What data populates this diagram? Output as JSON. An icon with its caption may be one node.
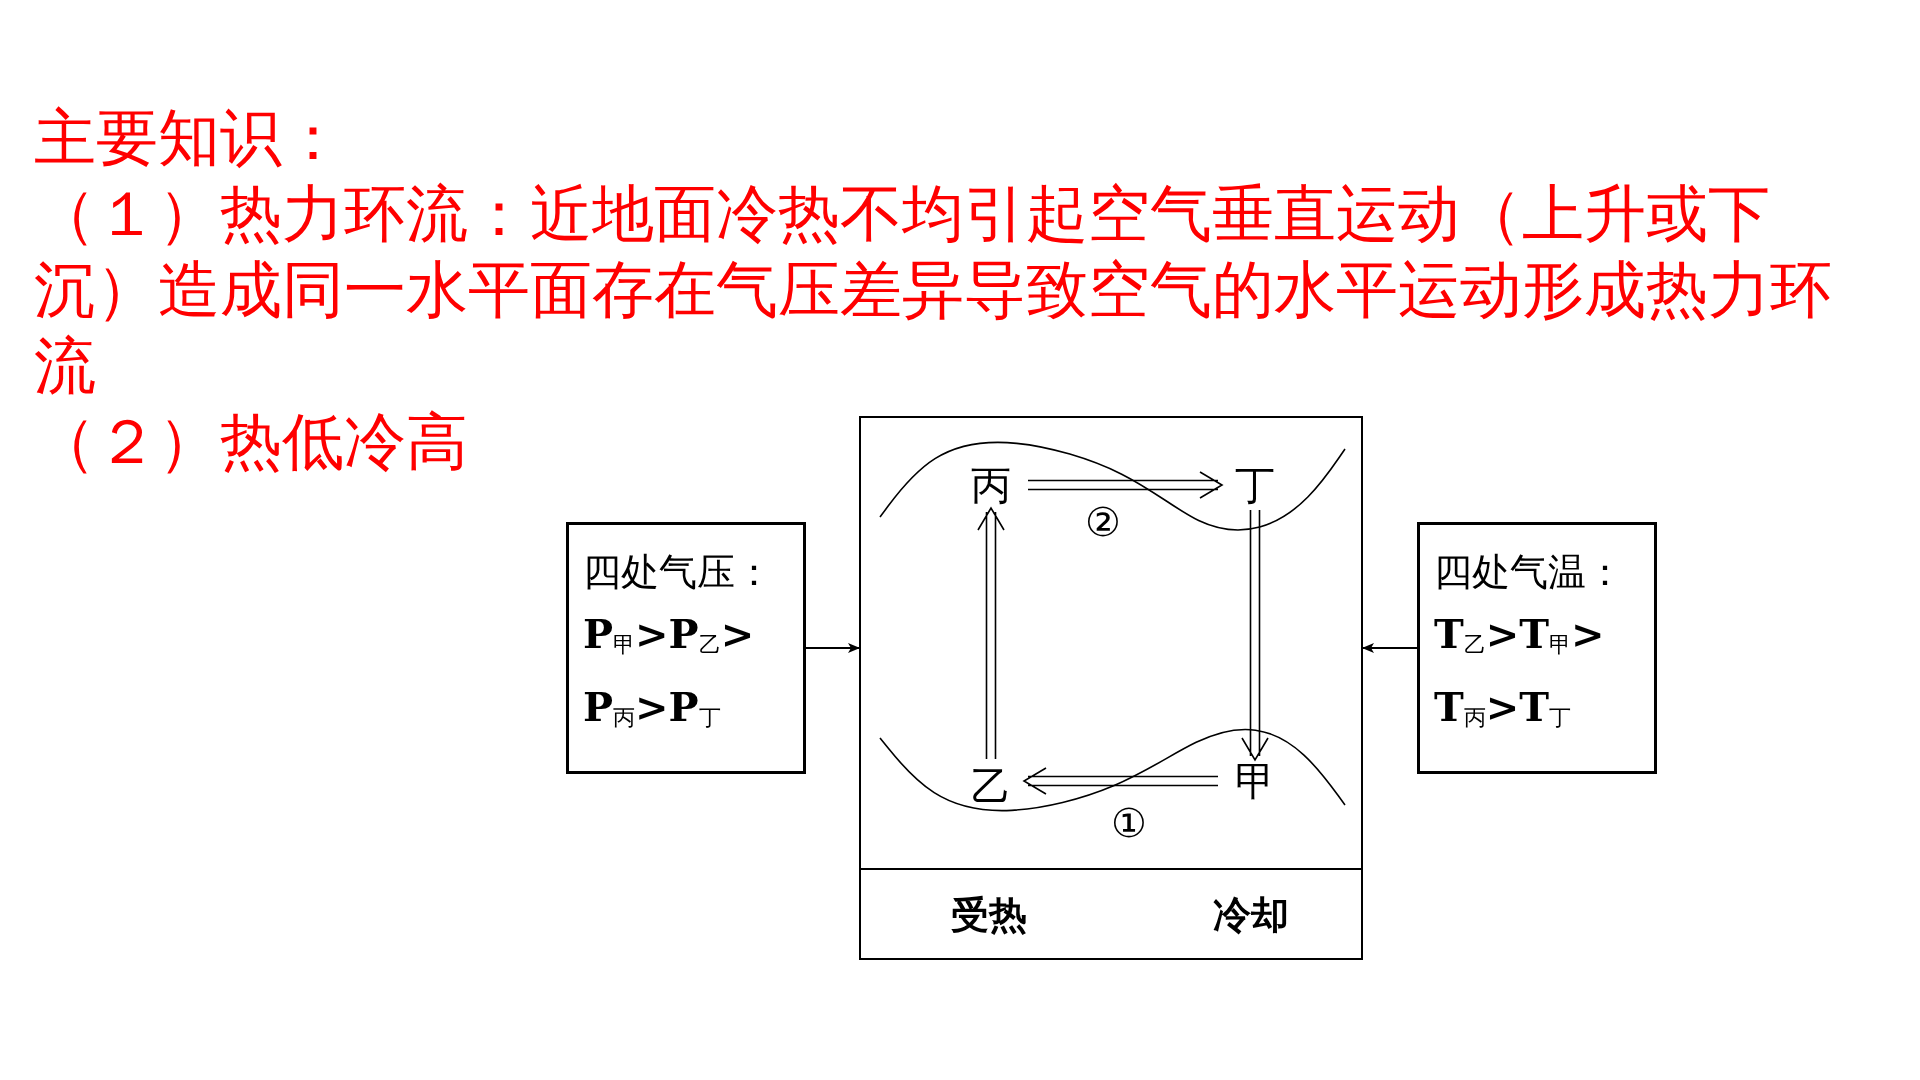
{
  "diagram": {
    "title": "主要知识：",
    "nodes": [
      {
        "text": [
          "四处气压：",
          "P$_{甲}$>P$_{乙}$>P$_{丙}$>P$_{丁}$"
        ]
      },
      {
        "text": [],
        "shape": "box"
      },
      {
        "text": [
          "受热",
          "冷却"
        ],
        "in": 1
      },
      {
        "text": [
          "丙"
        ],
        "in": 1
      },
      {
        "text": [
          "丁"
        ],
        "in": 1
      },
      {
        "text": [
          "乙"
        ],
        "in": 1
      },
      {
        "text": [
          "甲"
        ],
        "in": 1
      },
      {
        "text": [
          "四处气温：",
          "T$_{乙}$>T$_{甲}$>T$_{丙}$>T$_{丁}$"
        ]
      }
    ],
    "edges": [
      {
        "from": 0,
        "to": 1,
        "arrow": "to"
      },
      {
        "from": 7,
        "to": 1,
        "arrow": "to"
      },
      {
        "from": 5,
        "to": 3,
        "arrow": "to"
      },
      {
        "from": 3,
        "to": 4,
        "arrow": "to",
        "label": "②"
      },
      {
        "from": 4,
        "to": 6,
        "arrow": "to"
      },
      {
        "from": 6,
        "to": 5,
        "arrow": "to",
        "label": "①"
      }
    ],
    "labels": [
      "（１）热力环流：近地面冷热不均引起空气垂直运动（上升或下沉）造成同一水平面存在气压差异导致空气的水平运动形成热力环流",
      "（２）热低冷高"
    ]
  }
}
